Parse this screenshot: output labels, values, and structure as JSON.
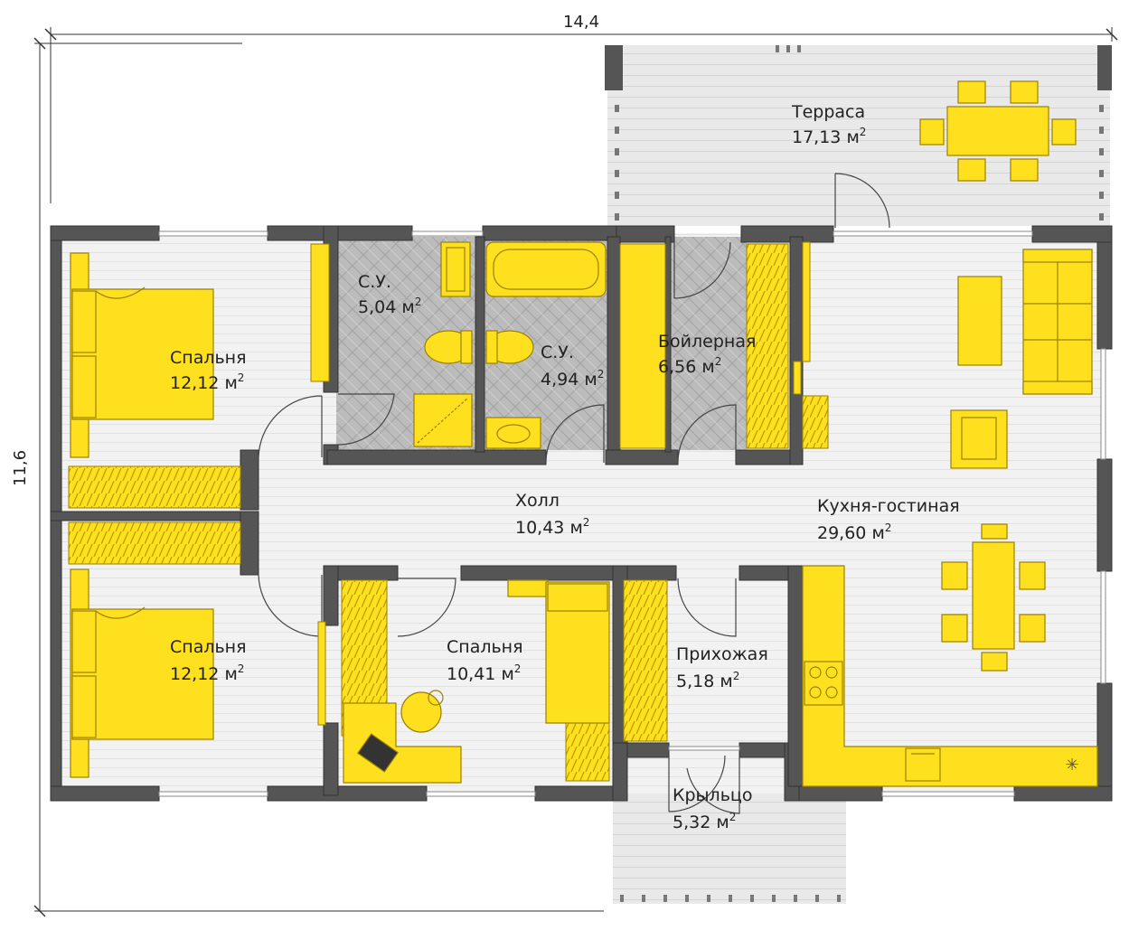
{
  "dimensions": {
    "width": "14,4",
    "height": "11,6"
  },
  "area_unit": "м",
  "area_exponent": "2",
  "colors": {
    "wall": "#555555",
    "furniture": "#ffe01f",
    "furniture_stroke": "#9a8200",
    "floor": "#f1f1f1",
    "tile": "#b7b7b7",
    "deck": "#e6e6e6"
  },
  "rooms": [
    {
      "id": "terrace",
      "name": "Терраса",
      "area": "17,13"
    },
    {
      "id": "bedroom-1",
      "name": "Спальня",
      "area": "12,12"
    },
    {
      "id": "bathroom-1",
      "name": "С.У.",
      "area": "5,04"
    },
    {
      "id": "bathroom-2",
      "name": "С.У.",
      "area": "4,94"
    },
    {
      "id": "boiler-room",
      "name": "Бойлерная",
      "area": "6,56"
    },
    {
      "id": "hall",
      "name": "Холл",
      "area": "10,43"
    },
    {
      "id": "kitchen-living",
      "name": "Кухня-гостиная",
      "area": "29,60"
    },
    {
      "id": "bedroom-2",
      "name": "Спальня",
      "area": "12,12"
    },
    {
      "id": "bedroom-3",
      "name": "Спальня",
      "area": "10,41"
    },
    {
      "id": "entrance-hall",
      "name": "Прихожая",
      "area": "5,18"
    },
    {
      "id": "porch",
      "name": "Крыльцо",
      "area": "5,32"
    }
  ]
}
